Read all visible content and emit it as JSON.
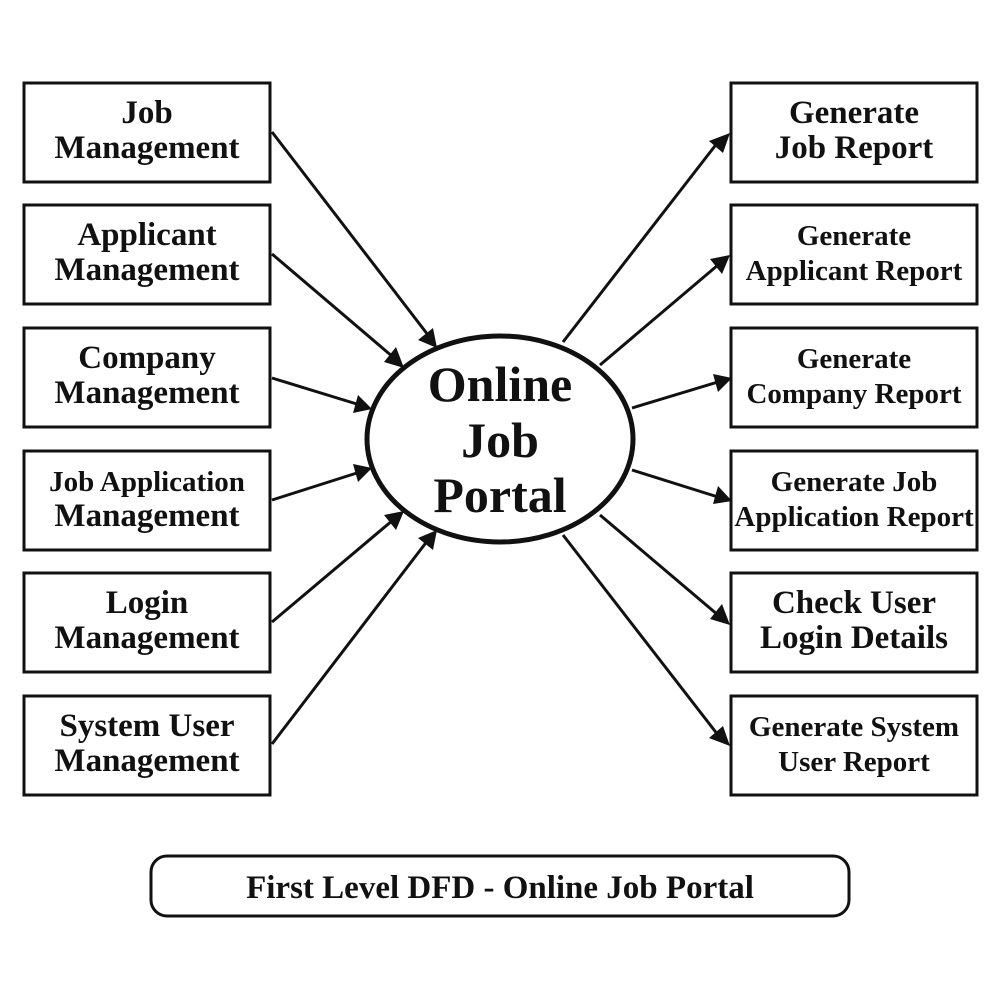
{
  "center": {
    "lines": [
      "Online",
      "Job",
      "Portal"
    ]
  },
  "left_processes": [
    {
      "lines": [
        "Job",
        "Management"
      ]
    },
    {
      "lines": [
        "Applicant",
        "Management"
      ]
    },
    {
      "lines": [
        "Company",
        "Management"
      ]
    },
    {
      "lines": [
        "Job Application",
        "Management"
      ]
    },
    {
      "lines": [
        "Login",
        "Management"
      ]
    },
    {
      "lines": [
        "System User",
        "Management"
      ]
    }
  ],
  "right_processes": [
    {
      "lines": [
        "Generate",
        "Job Report"
      ]
    },
    {
      "lines": [
        "Generate",
        "Applicant Report"
      ]
    },
    {
      "lines": [
        "Generate",
        "Company Report"
      ]
    },
    {
      "lines": [
        "Generate Job",
        "Application Report"
      ]
    },
    {
      "lines": [
        "Check User",
        "Login Details"
      ]
    },
    {
      "lines": [
        "Generate System",
        "User Report"
      ]
    }
  ],
  "caption": "First Level DFD - Online Job Portal",
  "colors": {
    "stroke": "#111111",
    "background": "#ffffff"
  }
}
